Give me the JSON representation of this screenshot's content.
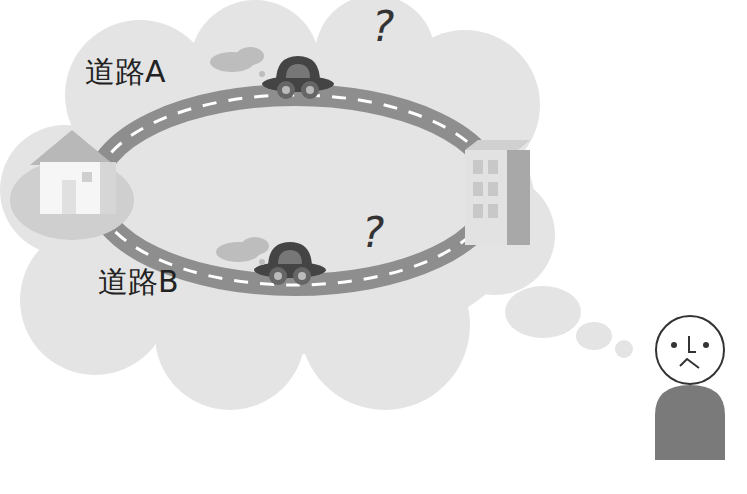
{
  "diagram": {
    "labels": [
      "道路A",
      "?",
      "道路B",
      "?"
    ]
  }
}
